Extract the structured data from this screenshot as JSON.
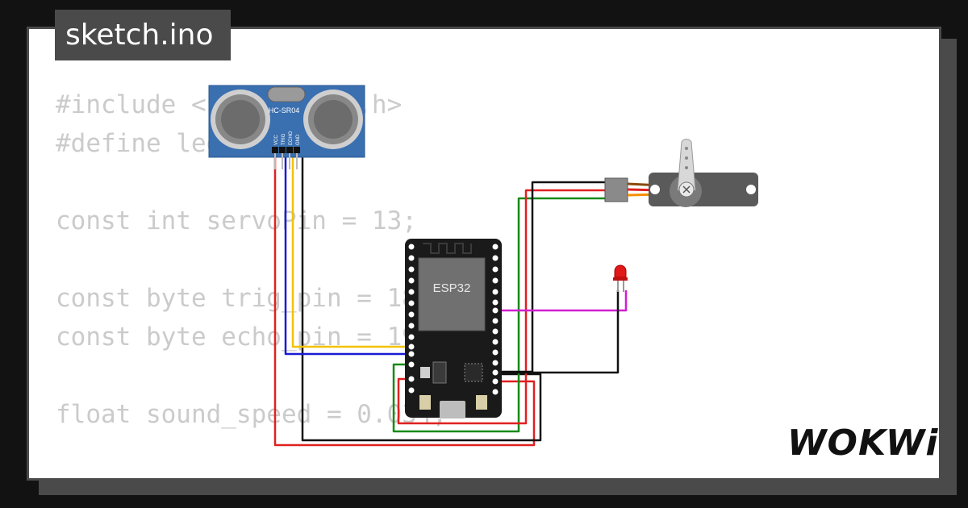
{
  "tab": {
    "filename": "sketch.ino"
  },
  "code": {
    "lines": [
      "#include <ESP32Servo.h>",
      "#define led 2",
      "",
      "const int servoPin = 13;",
      "",
      "const byte trig_pin = 18;",
      "const byte echo_pin = 19;",
      "",
      "float sound_speed = 0.034;"
    ]
  },
  "sensor": {
    "label": "HC-SR04",
    "pins": [
      "VCC",
      "TRIG",
      "ECHO",
      "GND"
    ]
  },
  "board": {
    "label": "ESP32"
  },
  "brand": {
    "logo": "WOKWi"
  },
  "wire_colors": {
    "red": "#e02020",
    "black": "#111111",
    "yellow": "#f2c200",
    "blue": "#1a1ad6",
    "green": "#188a18",
    "magenta": "#d21ed2"
  }
}
